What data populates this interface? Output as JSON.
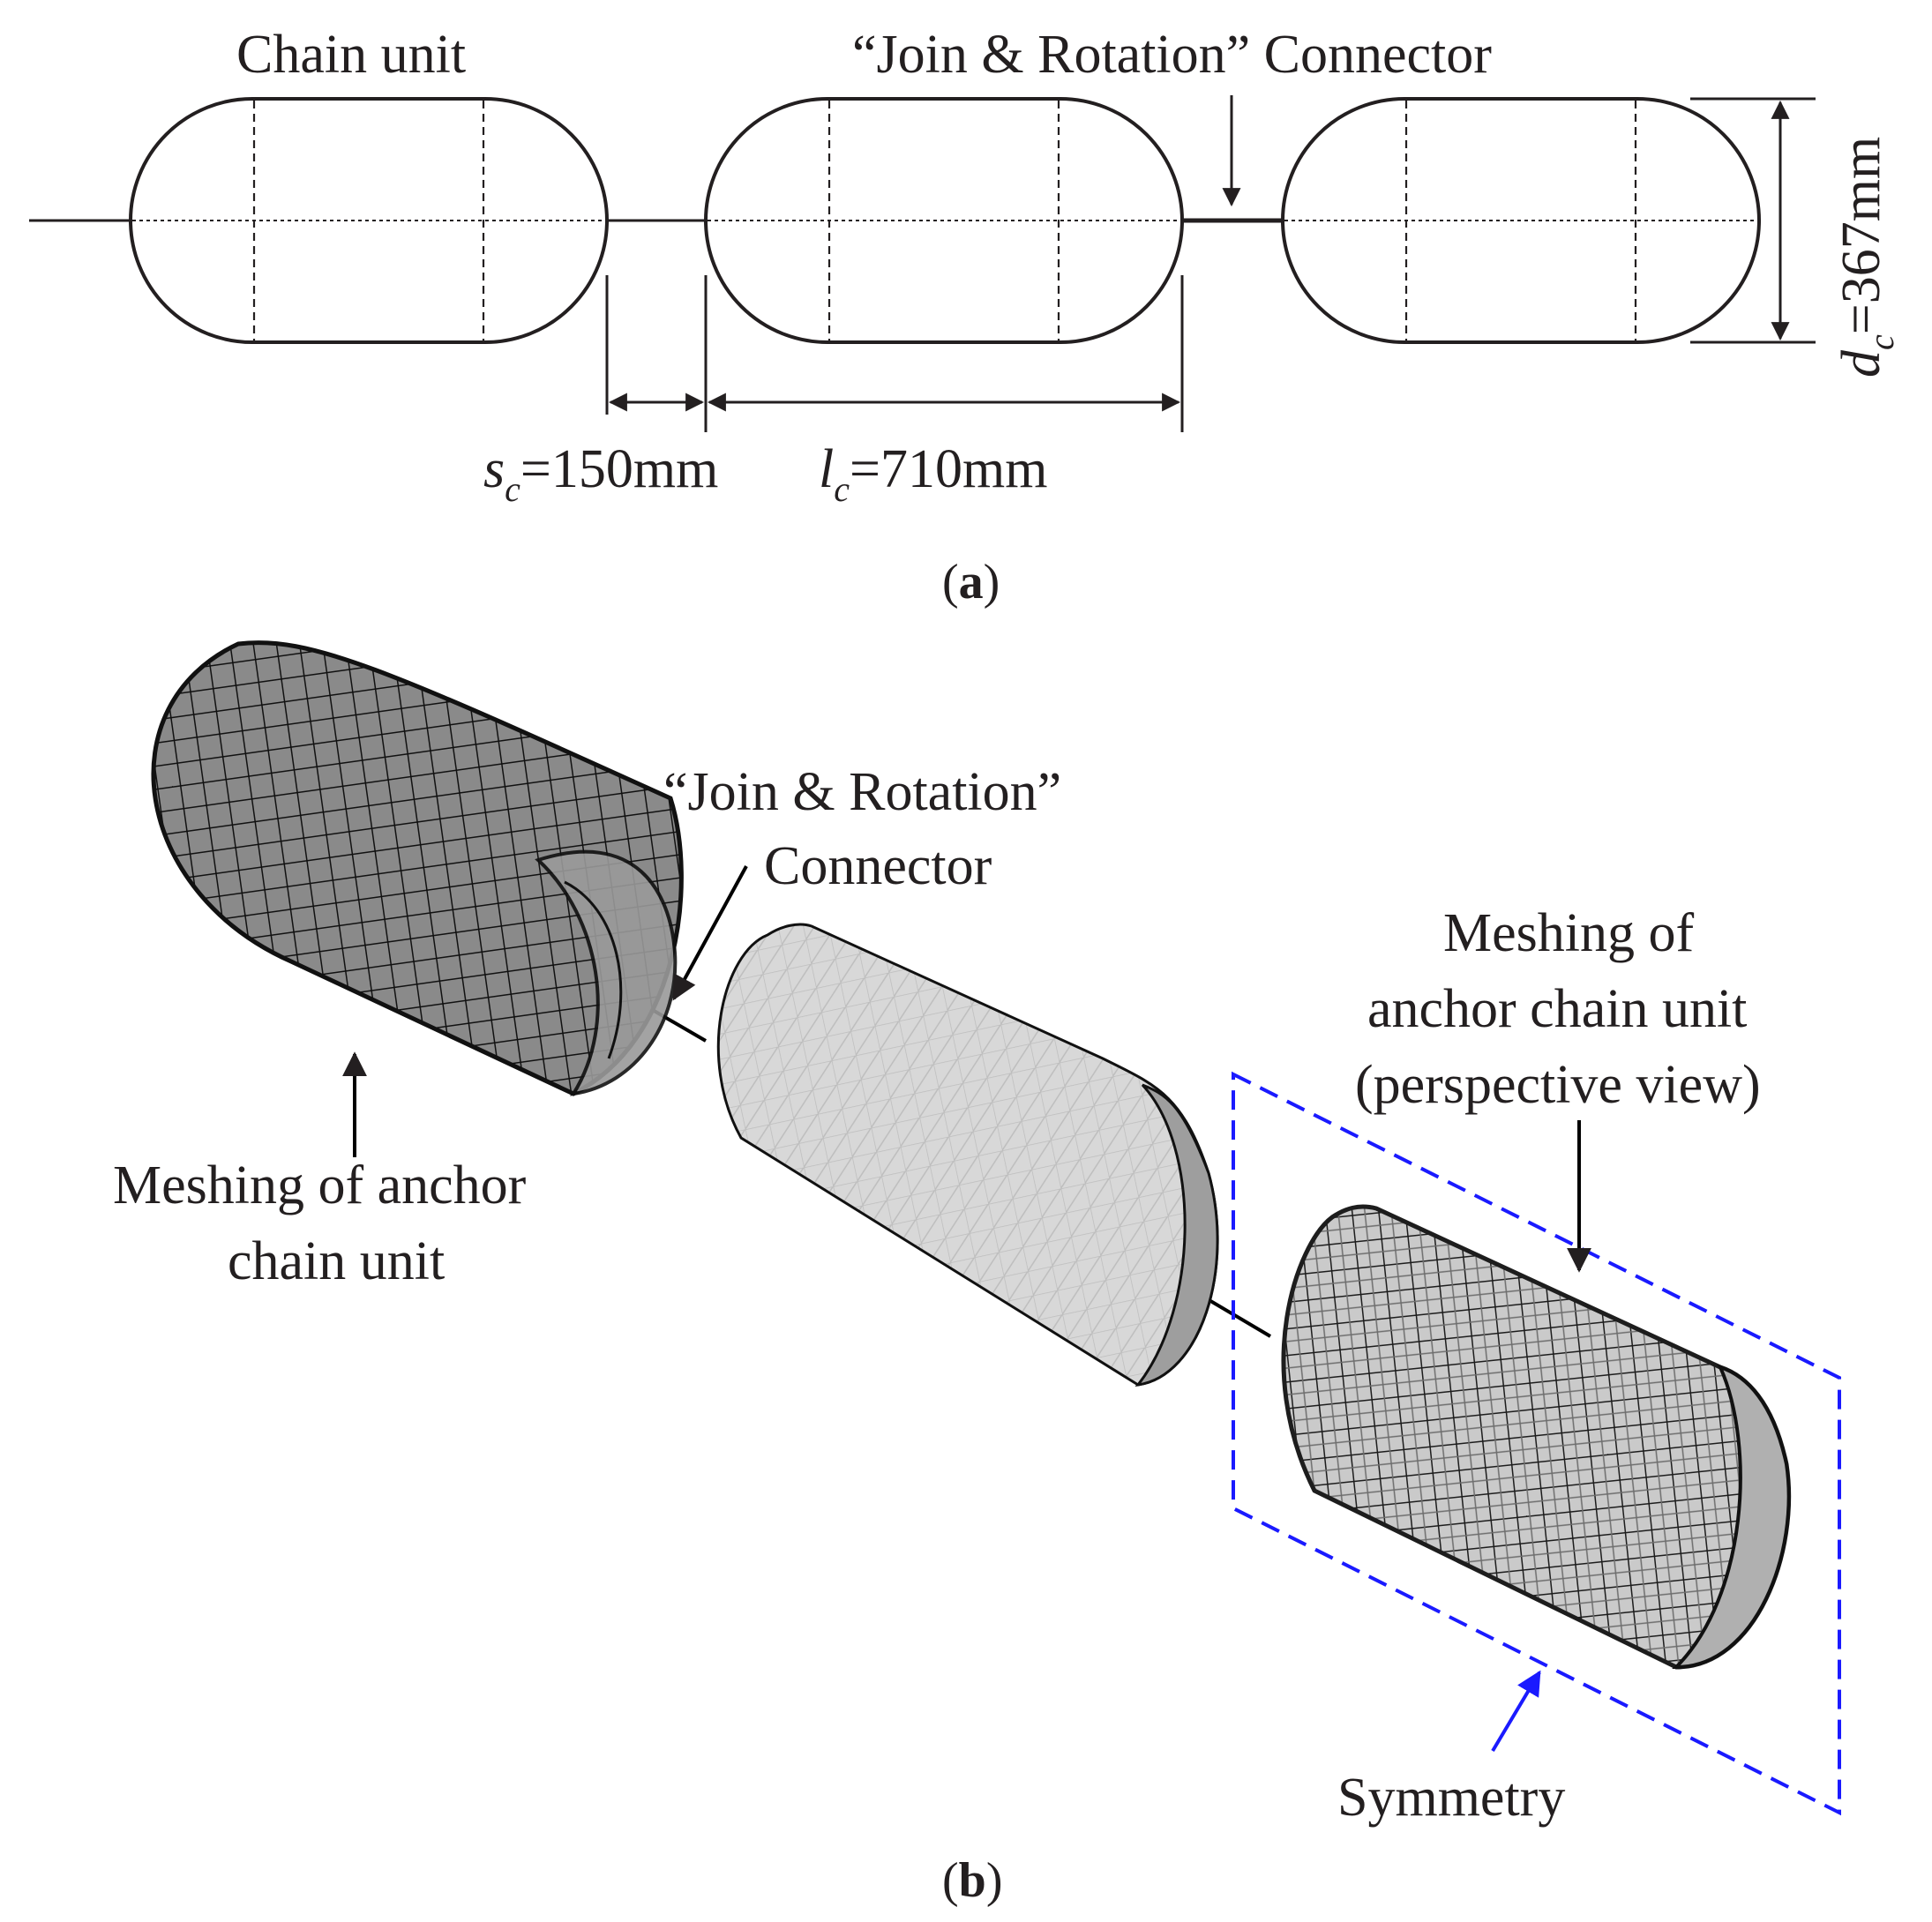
{
  "panel_a": {
    "chain_unit_label": "Chain unit",
    "connector_label": "“Join & Rotation” Connector",
    "dims": {
      "s": {
        "symbol": "s",
        "sub": "c",
        "value": "=150mm"
      },
      "l": {
        "symbol": "l",
        "sub": "c",
        "value": "=710mm"
      },
      "d": {
        "symbol": "d",
        "sub": "c",
        "value": "=367mm"
      }
    },
    "panel_label_open": "(",
    "panel_label_letter": "a",
    "panel_label_close": ")"
  },
  "panel_b": {
    "connector_label_line1": "“Join & Rotation”",
    "connector_label_line2": "Connector",
    "left_mesh_label_line1": "Meshing of anchor",
    "left_mesh_label_line2": "chain unit",
    "right_mesh_label_line1": "Meshing of",
    "right_mesh_label_line2": "anchor chain unit",
    "right_mesh_label_line3": "(perspective view)",
    "symmetry_label": "Symmetry",
    "panel_label_open": "(",
    "panel_label_letter": "b",
    "panel_label_close": ")"
  },
  "colors": {
    "ink": "#231f20",
    "mesh_dark": "#8a8a8a",
    "mesh_light": "#d4d4d4",
    "symmetry_blue": "#1a1aff"
  }
}
